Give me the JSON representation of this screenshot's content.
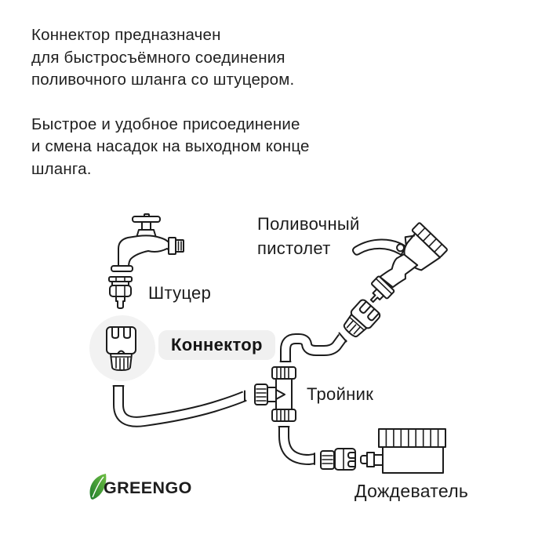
{
  "intro": {
    "paragraph1": "Коннектор предназначен\nдля быстросъёмного соединения\nполивочного шланга со штуцером.",
    "paragraph2": "Быстрое и удобное присоединение\nи смена насадок на выходном конце\nшланга."
  },
  "diagram": {
    "labels": {
      "fitting": "Штуцер",
      "connector": "Коннектор",
      "spray_gun": "Поливочный\nпистолет",
      "tee": "Тройник",
      "sprinkler": "Дождеватель"
    },
    "icons": {
      "faucet": "faucet-icon",
      "fitting": "fitting-icon",
      "connector": "connector-icon",
      "spray_gun": "spray-gun-icon",
      "gun_connector": "quick-connector-icon",
      "hose": "hose-icon",
      "tee": "tee-icon",
      "sprinkler_connector": "quick-connector-icon",
      "sprinkler": "sprinkler-icon",
      "leaf": "leaf-icon"
    }
  },
  "brand": {
    "name": "GREENGO"
  },
  "colors": {
    "ink": "#1c1c1c",
    "line_art": "#1c1c1c",
    "highlight_bg": "#f0f0f0",
    "circle_bg": "#f2f2f2",
    "leaf_dark": "#1e7d2c",
    "leaf_light": "#6fbe44"
  }
}
